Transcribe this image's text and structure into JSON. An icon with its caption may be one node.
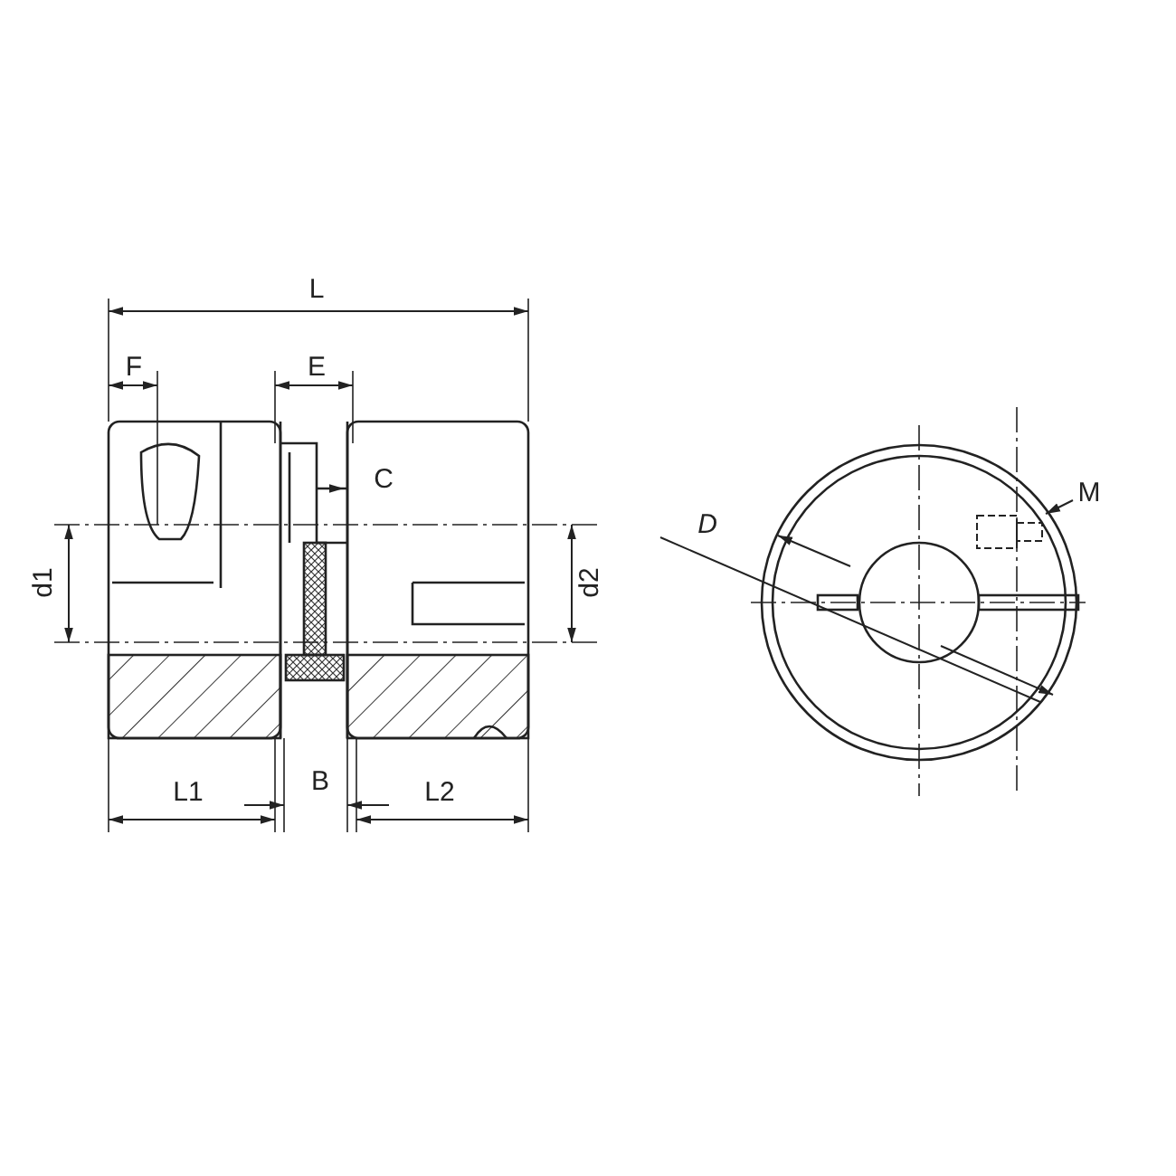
{
  "diagram": {
    "nodes": [
      {
        "text": [
          "M"
        ]
      },
      {
        "text": [],
        "shape": "box"
      }
    ],
    "edges": [
      {
        "from": 0,
        "to": 1,
        "arrow": "to"
      }
    ],
    "labels": [
      "L",
      "F",
      "E",
      "C",
      "d1",
      "d2",
      "L1",
      "B",
      "L2",
      "D"
    ]
  }
}
